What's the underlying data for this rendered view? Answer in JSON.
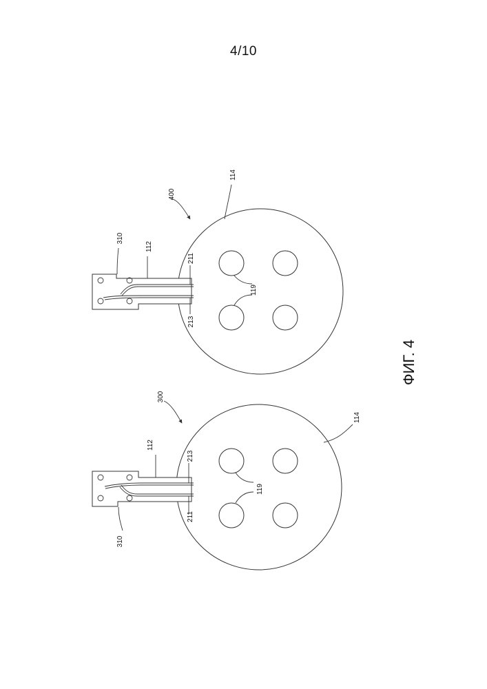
{
  "sheet": {
    "page_number": "4/10",
    "figure_label": "ФИГ. 4"
  },
  "device_300": {
    "ref_assembly": "300",
    "ref_tail": "112",
    "ref_body": "114",
    "ref_trace_a": "213",
    "ref_trace_b": "211",
    "ref_openings": "119",
    "ref_connector": "310"
  },
  "device_400": {
    "ref_assembly": "400",
    "ref_tail": "112",
    "ref_body": "114",
    "ref_trace_a": "211",
    "ref_trace_b": "213",
    "ref_openings": "119",
    "ref_connector": "310"
  }
}
